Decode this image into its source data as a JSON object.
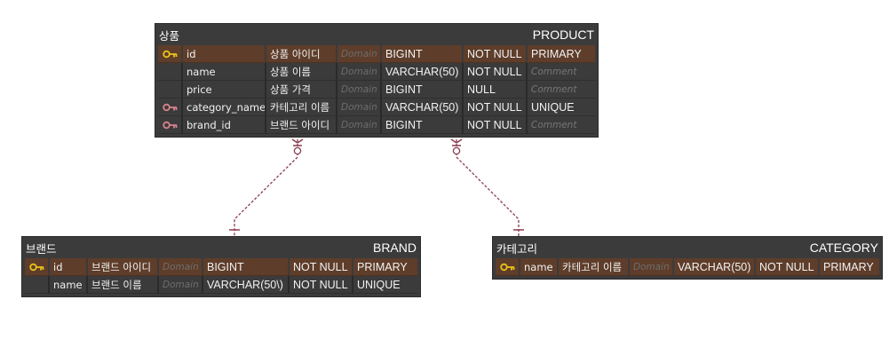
{
  "colors": {
    "entity_bg": "#3b3b3b",
    "pk_row_bg": "#5e3d2a",
    "pk_key": "#e8c21a",
    "fk_key": "#d9828c",
    "relation_line": "#8a3b4e"
  },
  "product": {
    "logical_name": "상품",
    "physical_name": "PRODUCT",
    "columns": [
      {
        "key": "pk-key-icon",
        "name": "id",
        "logical": "상품 아이디",
        "domain": "Domain",
        "type": "BIGINT",
        "nullable": "NOT NULL",
        "extra": "PRIMARY"
      },
      {
        "key": "",
        "name": "name",
        "logical": "상품 이름",
        "domain": "Domain",
        "type": "VARCHAR(50)",
        "nullable": "NOT NULL",
        "extra": "Comment"
      },
      {
        "key": "",
        "name": "price",
        "logical": "상품 가격",
        "domain": "Domain",
        "type": "BIGINT",
        "nullable": "NULL",
        "extra": "Comment"
      },
      {
        "key": "fk-key-icon",
        "name": "category_name",
        "logical": "카테고리 이름",
        "domain": "Domain",
        "type": "VARCHAR(50)",
        "nullable": "NOT NULL",
        "extra": "UNIQUE"
      },
      {
        "key": "fk-key-icon",
        "name": "brand_id",
        "logical": "브랜드 아이디",
        "domain": "Domain",
        "type": "BIGINT",
        "nullable": "NOT NULL",
        "extra": "Comment"
      }
    ]
  },
  "brand": {
    "logical_name": "브랜드",
    "physical_name": "BRAND",
    "columns": [
      {
        "key": "pk-key-icon",
        "name": "id",
        "logical": "브랜드 아이디",
        "domain": "Domain",
        "type": "BIGINT",
        "nullable": "NOT NULL",
        "extra": "PRIMARY"
      },
      {
        "key": "",
        "name": "name",
        "logical": "브랜드 이름",
        "domain": "Domain",
        "type": "VARCHAR(50\\)",
        "nullable": "NOT NULL",
        "extra": "UNIQUE"
      }
    ]
  },
  "category": {
    "logical_name": "카테고리",
    "physical_name": "CATEGORY",
    "columns": [
      {
        "key": "pk-key-icon",
        "name": "name",
        "logical": "카테고리 이름",
        "domain": "Domain",
        "type": "VARCHAR(50)",
        "nullable": "NOT NULL",
        "extra": "PRIMARY"
      }
    ]
  },
  "relations": [
    {
      "from": "brand",
      "to": "product",
      "from_card": "one",
      "to_card": "zero-or-many"
    },
    {
      "from": "category",
      "to": "product",
      "from_card": "one",
      "to_card": "zero-or-many"
    }
  ]
}
